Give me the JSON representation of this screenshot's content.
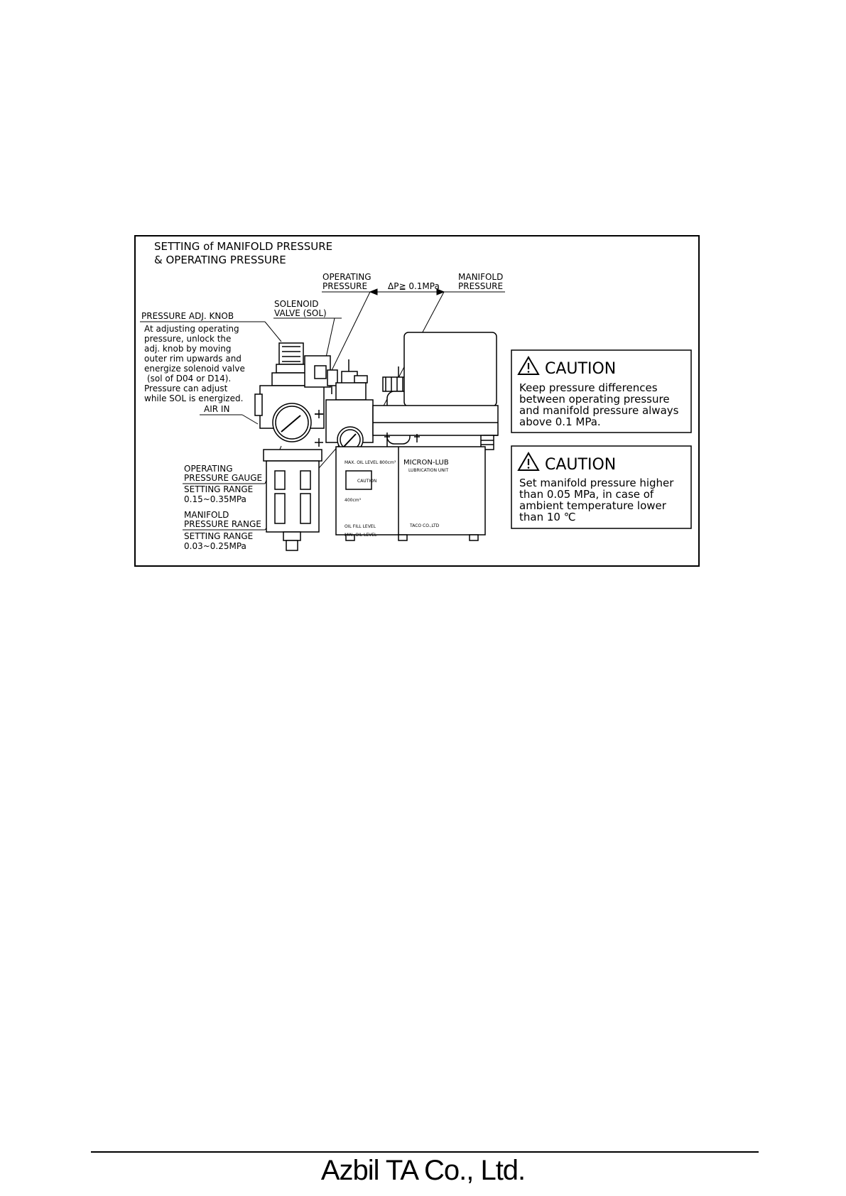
{
  "figure": {
    "title_line1": "SETTING of MANIFOLD PRESSURE",
    "title_line2": "& OPERATING PRESSURE",
    "labels": {
      "operating_pressure_1": "OPERATING",
      "operating_pressure_2": "PRESSURE",
      "delta_p": "ΔP≧ 0.1MPa",
      "manifold_pressure_1": "MANIFOLD",
      "manifold_pressure_2": "PRESSURE",
      "solenoid_1": "SOLENOID",
      "solenoid_2": "VALVE (SOL)",
      "pressure_adj_knob": "PRESSURE ADJ. KNOB",
      "knob_note": [
        "At adjusting operating",
        "pressure, unlock the",
        "adj. knob by moving",
        "outer rim upwards and",
        "energize solenoid valve",
        "(sol of D04 or D14).",
        "Pressure can adjust",
        "while SOL is energized."
      ],
      "air_in": "AIR IN",
      "op_gauge_1": "OPERATING",
      "op_gauge_2": "PRESSURE GAUGE",
      "op_range_label": "SETTING RANGE",
      "op_range_value": "0.15~0.35MPa",
      "manifold_range_1": "MANIFOLD",
      "manifold_range_2": "PRESSURE RANGE",
      "manifold_range_label": "SETTING RANGE",
      "manifold_range_value": "0.03~0.25MPa"
    },
    "unit_text": {
      "max_oil": "MAX. OIL LEVEL 800cm³",
      "caution_small": "CAUTION",
      "oil_400": "400cm³",
      "oil_fill": "OIL FILL LEVEL",
      "min_oil": "MIN. OIL LEVEL",
      "brand": "MICRON-LUB",
      "brand_sub": "LUBRICATION UNIT",
      "maker": "TACO CO.,LTD"
    },
    "caution1": {
      "heading": "CAUTION",
      "lines": [
        "Keep pressure differences",
        "between operating pressure",
        "and manifold pressure always",
        "above 0.1 MPa."
      ]
    },
    "caution2": {
      "heading": "CAUTION",
      "lines": [
        "Set manifold pressure higher",
        "than 0.05 MPa, in case of",
        "ambient temperature lower",
        "than 10 ℃"
      ]
    }
  },
  "footer": {
    "company": "Azbil TA Co., Ltd."
  }
}
